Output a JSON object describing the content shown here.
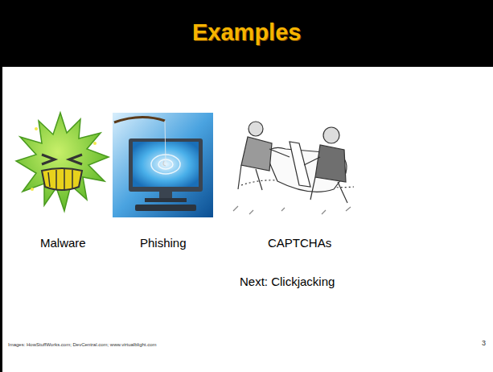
{
  "diagram": {
    "title": "Examples",
    "labels": [
      "Malware",
      "Phishing",
      "CAPTCHAs",
      "Next: Clickjacking",
      "Images: HowStuffWorks.com; DevCentral.com; www.virtualblight.com",
      "3"
    ]
  }
}
